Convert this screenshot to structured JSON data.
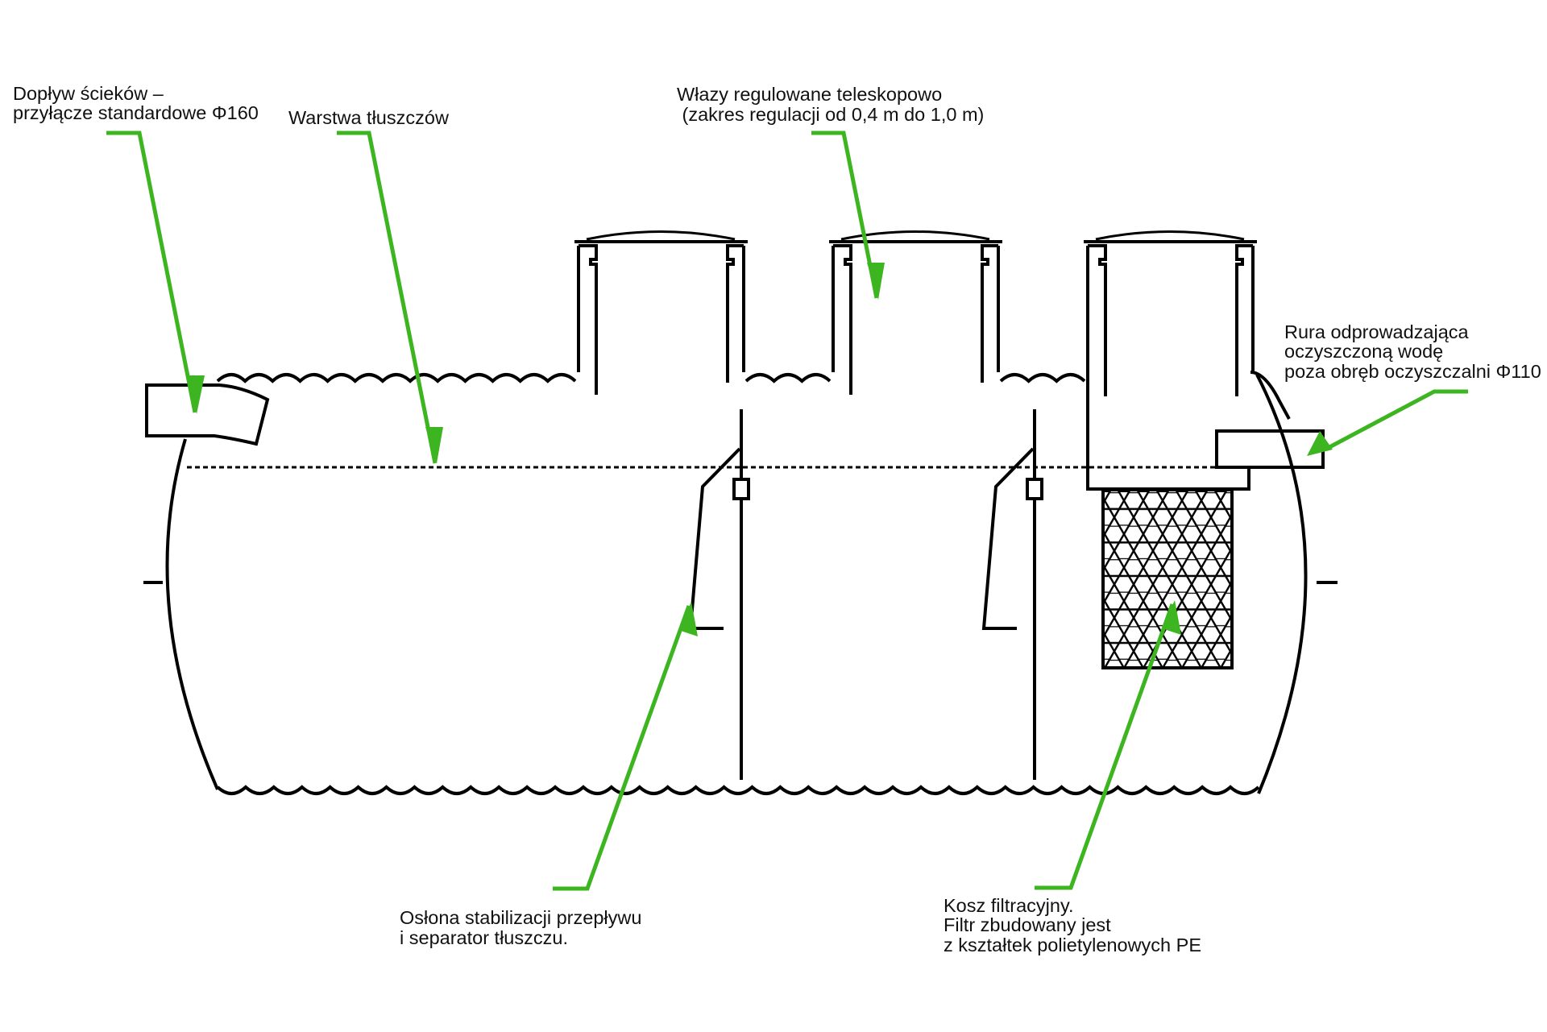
{
  "labels": {
    "inlet": [
      "Dopływ ścieków –",
      "przyłącze standardowe Φ160"
    ],
    "fat_layer": [
      "Warstwa tłuszczów"
    ],
    "manholes": [
      "Włazy regulowane teleskopowo",
      " (zakres regulacji od 0,4 m do 1,0 m)"
    ],
    "outlet": [
      "Rura odprowadzająca",
      "oczyszczoną wodę",
      "poza obręb oczyszczalni Φ110"
    ],
    "baffle": [
      "Osłona stabilizacji przepływu",
      "i separator tłuszczu."
    ],
    "filter": [
      "Kosz filtracyjny.",
      "Filtr zbudowany jest",
      "z kształtek polietylenowych PE"
    ]
  },
  "colors": {
    "leader": "#3cb521",
    "ink": "#000000",
    "background": "#ffffff"
  }
}
